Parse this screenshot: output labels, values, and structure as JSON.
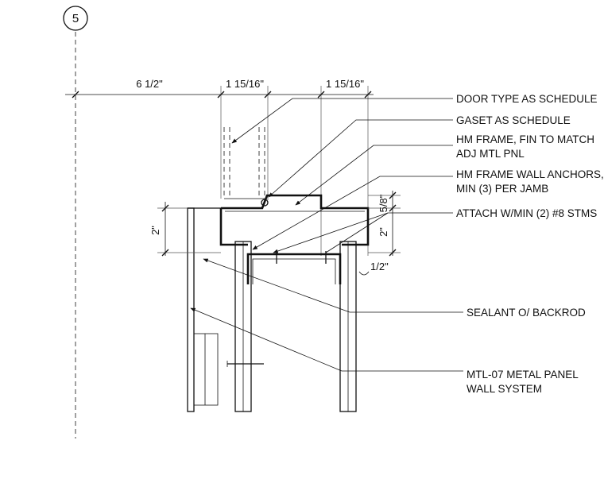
{
  "grid_marker": {
    "label": "5"
  },
  "dimensions": {
    "overall": "6 1/2\"",
    "frame_left": "1 15/16\"",
    "frame_right": "1 15/16\"",
    "frame_depth_left": "2\"",
    "frame_depth_right": "2\"",
    "stop": "5/8\"",
    "gap": "1/2\""
  },
  "callouts": [
    {
      "lines": [
        "DOOR TYPE AS SCHEDULE"
      ]
    },
    {
      "lines": [
        "GASET AS SCHEDULE"
      ]
    },
    {
      "lines": [
        "HM FRAME, FIN  TO MATCH",
        "ADJ MTL PNL"
      ]
    },
    {
      "lines": [
        "HM FRAME WALL ANCHORS,",
        "MIN (3) PER JAMB"
      ]
    },
    {
      "lines": [
        "ATTACH W/MIN (2) #8 STMS"
      ]
    },
    {
      "lines": [
        "SEALANT O/ BACKROD"
      ]
    },
    {
      "lines": [
        "MTL-07 METAL PANEL",
        "WALL SYSTEM"
      ]
    }
  ]
}
